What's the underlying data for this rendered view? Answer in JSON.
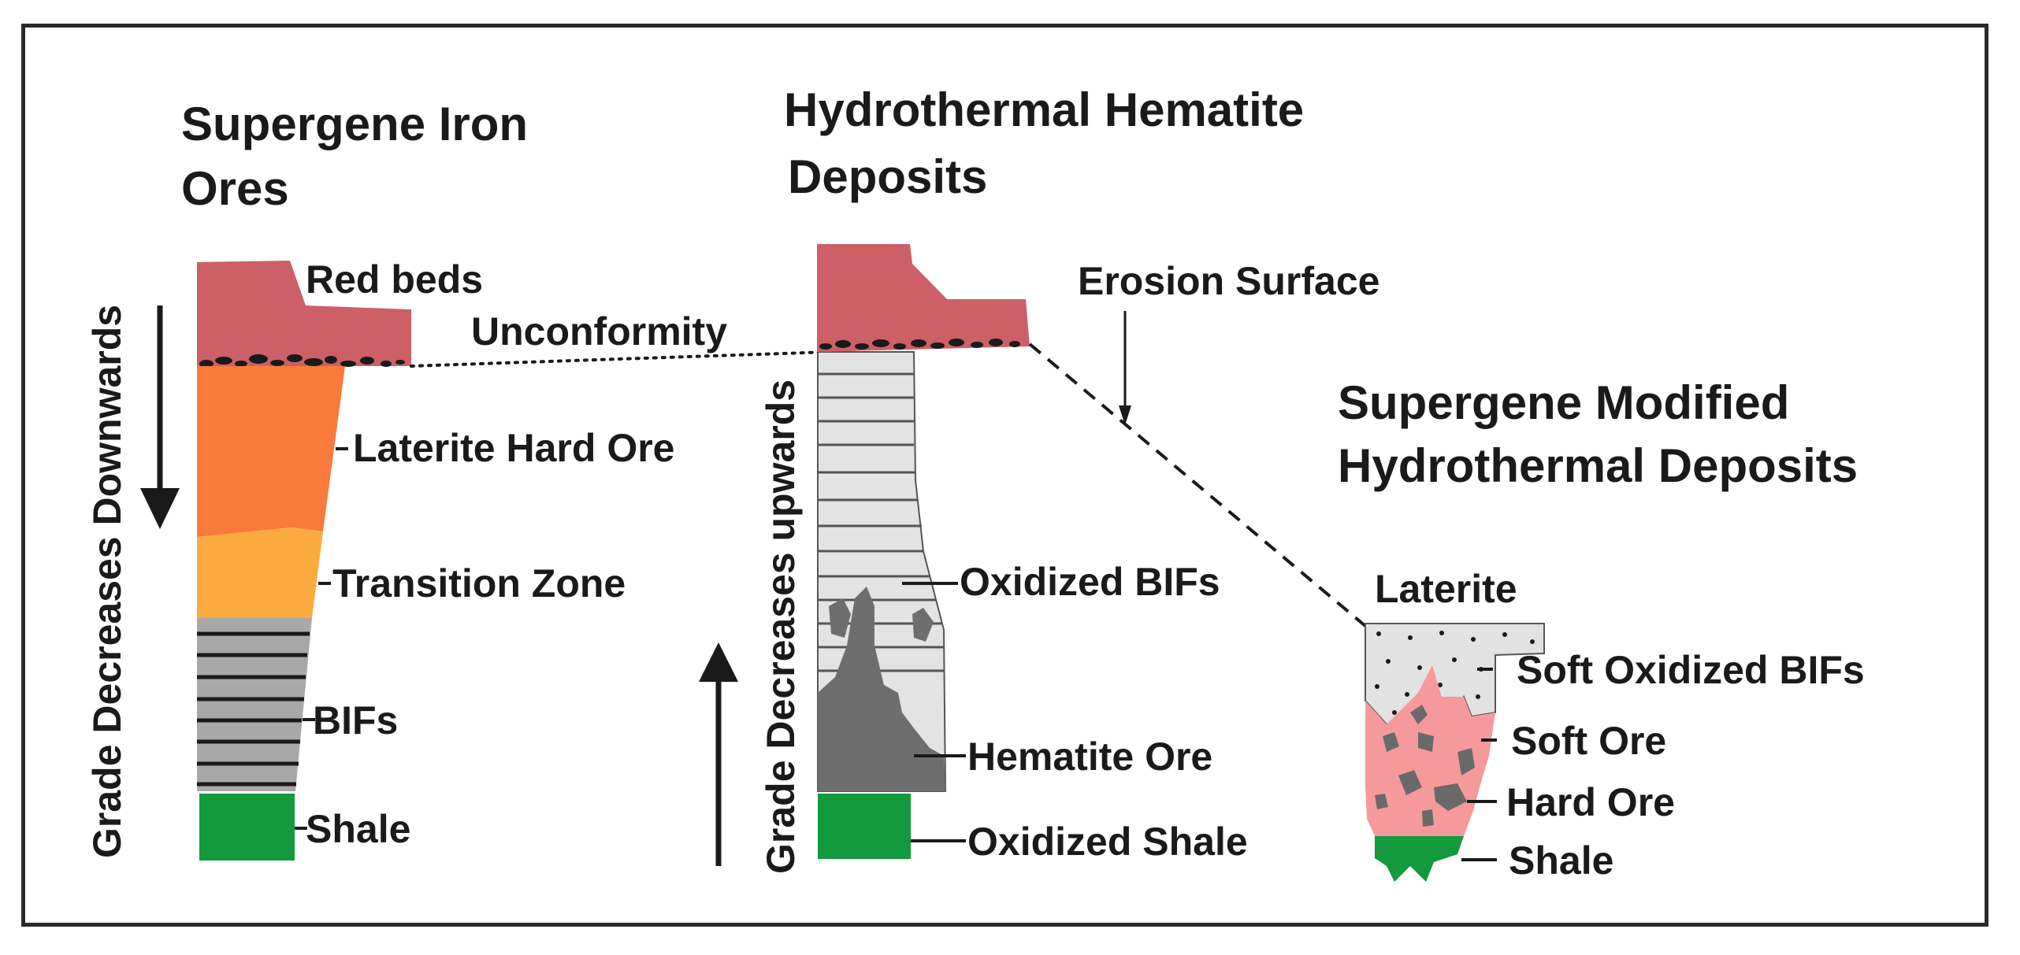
{
  "titles": {
    "supergene": [
      "Supergene Iron",
      "Ores"
    ],
    "hydrothermal": [
      "Hydrothermal Hematite",
      "Deposits"
    ],
    "modified": [
      "Supergene Modified",
      "Hydrothermal Deposits"
    ]
  },
  "arrows": {
    "left": "Grade Decreases Downwards",
    "middle": "Grade Decreases upwards"
  },
  "labels": {
    "red_beds": "Red beds",
    "unconformity": "Unconformity",
    "erosion_surface": "Erosion Surface",
    "laterite_hard_ore": "Laterite Hard Ore",
    "transition_zone": "Transition Zone",
    "bifs": "BIFs",
    "shale_left": "Shale",
    "oxidized_bifs": "Oxidized BIFs",
    "hematite_ore": "Hematite Ore",
    "oxidized_shale": "Oxidized Shale",
    "laterite": "Laterite",
    "soft_oxidized_bifs": "Soft Oxidized BIFs",
    "soft_ore": "Soft Ore",
    "hard_ore": "Hard Ore",
    "shale_right": "Shale"
  },
  "colors": {
    "red_beds": "#cc6066",
    "laterite_hard_ore": "#f97a3b",
    "transition_zone": "#fbab3e",
    "bifs": "#a8a8a8",
    "shale": "#129a3c",
    "oxidized_bifs": "#e3e3e3",
    "hematite_ore": "#6e6e6e",
    "laterite": "#e2e2e2",
    "soft_ore": "#f6999b",
    "hard_ore": "#6a6a6a"
  }
}
